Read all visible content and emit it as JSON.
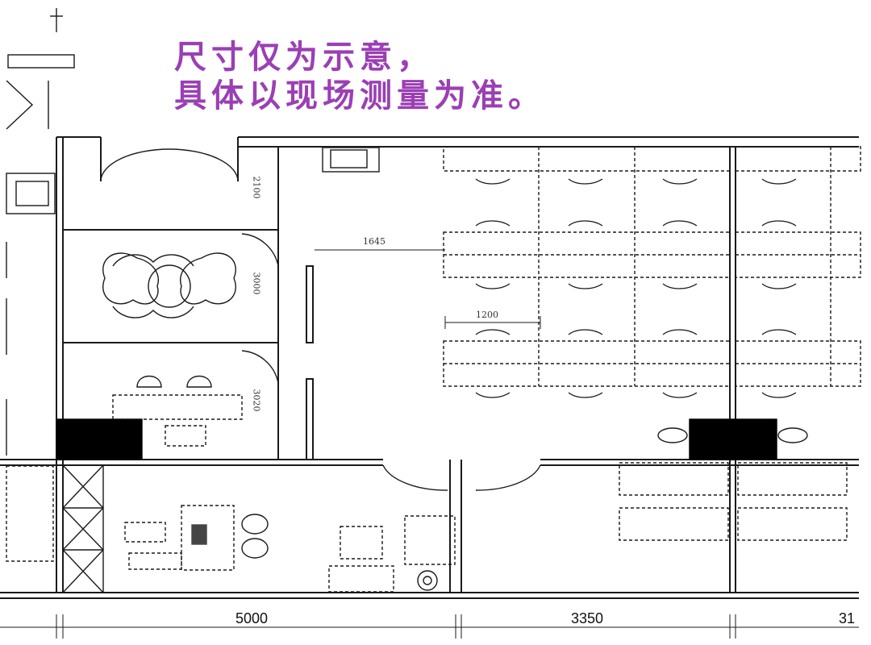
{
  "notice": {
    "line1": "尺寸仅为示意，",
    "line2": "具体以现场测量为准。",
    "color": "#9b3fb4"
  },
  "dimensions": {
    "d_2100": "2100",
    "d_1645": "1645",
    "d_3000": "3000",
    "d_1200": "1200",
    "d_3020": "3020",
    "bottom_5000": "5000",
    "bottom_3350": "3350",
    "bottom_partial": "31"
  },
  "colors": {
    "line": "#1a1a1a",
    "column_fill": "#000000",
    "furniture_dash": "#333333"
  },
  "icons": {
    "column": "filled-black-rect",
    "door": "arc-swing",
    "workstation": "dashed-desk-with-chair",
    "round-table": "round-meeting-table",
    "monitor": "computer-monitor"
  }
}
